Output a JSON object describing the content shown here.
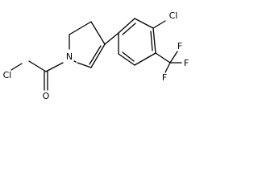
{
  "molecule": {
    "atoms": {
      "cl_acyl": "Cl",
      "o_carbonyl": "O",
      "n_ring": "N",
      "cl_aryl": "Cl",
      "f_top": "F",
      "f_right": "F",
      "f_bottom": "F"
    }
  }
}
